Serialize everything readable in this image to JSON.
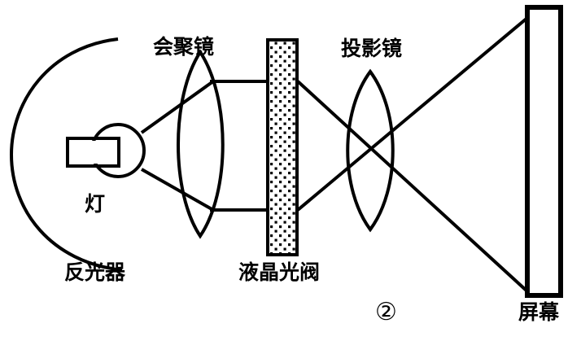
{
  "figure": {
    "number_label": "②",
    "title_implicit": "",
    "background_color": "#ffffff",
    "line_color": "#000000"
  },
  "labels": {
    "condenser_lens": "会聚镜",
    "projection_lens": "投影镜",
    "lamp": "灯",
    "reflector": "反光器",
    "lcd_light_valve": "液晶光阀",
    "screen": "屏幕"
  },
  "components": [
    {
      "id": "reflector",
      "name": "反光器",
      "shape": "open-arc",
      "opening": "right"
    },
    {
      "id": "lamp",
      "name": "灯",
      "shape": "circle-with-base-rectangle"
    },
    {
      "id": "condenser-lens",
      "name": "会聚镜",
      "shape": "biconvex-lens"
    },
    {
      "id": "lcd-light-valve",
      "name": "液晶光阀",
      "shape": "stippled-rectangle"
    },
    {
      "id": "projection-lens",
      "name": "投影镜",
      "shape": "biconvex-lens"
    },
    {
      "id": "screen",
      "name": "屏幕",
      "shape": "tall-open-rectangle"
    }
  ],
  "light_path": {
    "description": "灯 → 反光器 → 会聚镜 → 液晶光阀 → 投影镜 → 屏幕",
    "rays_cross_in_projection_lens": true
  }
}
